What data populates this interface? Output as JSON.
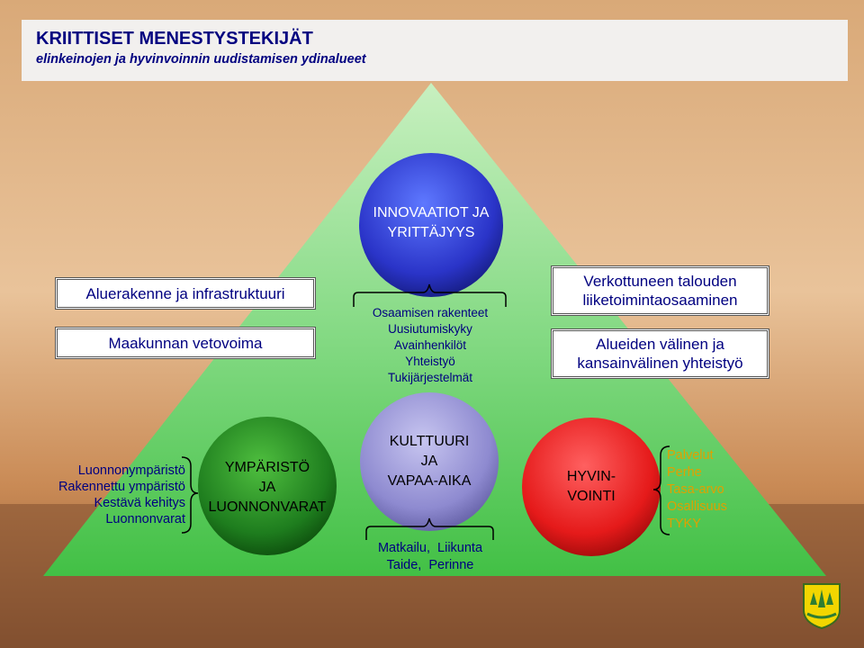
{
  "title": "KRIITTISET MENESTYSTEKIJÄT",
  "subtitle": "elinkeinojen ja hyvinvoinnin uudistamisen ydinalueet",
  "left_boxes": [
    "Aluerakenne ja infrastruktuuri",
    "Maakunnan vetovoima"
  ],
  "right_boxes": [
    "Verkottuneen talouden liiketoimintaosaaminen",
    "Alueiden välinen ja kansainvälinen yhteistyö"
  ],
  "innovation": {
    "label": [
      "INNOVAATIOT JA",
      "YRITTÄJYYS"
    ],
    "items": [
      "Osaamisen rakenteet",
      "Uusiutumiskyky",
      "Avainhenkilöt",
      "Yhteistyö",
      "Tukijärjestelmät"
    ]
  },
  "environment": {
    "label": [
      "YMPÄRISTÖ",
      "JA",
      "LUONNONVARAT"
    ],
    "items": [
      "Luonnonympäristö",
      "Rakennettu ympäristö",
      "Kestävä kehitys",
      "Luonnonvarat"
    ]
  },
  "culture": {
    "label": [
      "KULTTUURI",
      "JA",
      "VAPAA-AIKA"
    ],
    "items": [
      "Matkailu,  Liikunta",
      "Taide,  Perinne"
    ]
  },
  "wellbeing": {
    "label": [
      "HYVIN-",
      "VOINTI"
    ],
    "items": [
      "Palvelut",
      "Perhe",
      "Tasa-arvo",
      "Osallisuus",
      "TYKY"
    ]
  },
  "colors": {
    "title_text": "#000080",
    "triangle": "#7fd87f",
    "blue_circle": "#2a34c8",
    "green_circle": "#1e7d1e",
    "lavender_circle": "#8e8ad0",
    "red_circle": "#e51a1a",
    "wellbeing_items": "#e0a000"
  },
  "logo_icon": "coat-of-arms-icon"
}
